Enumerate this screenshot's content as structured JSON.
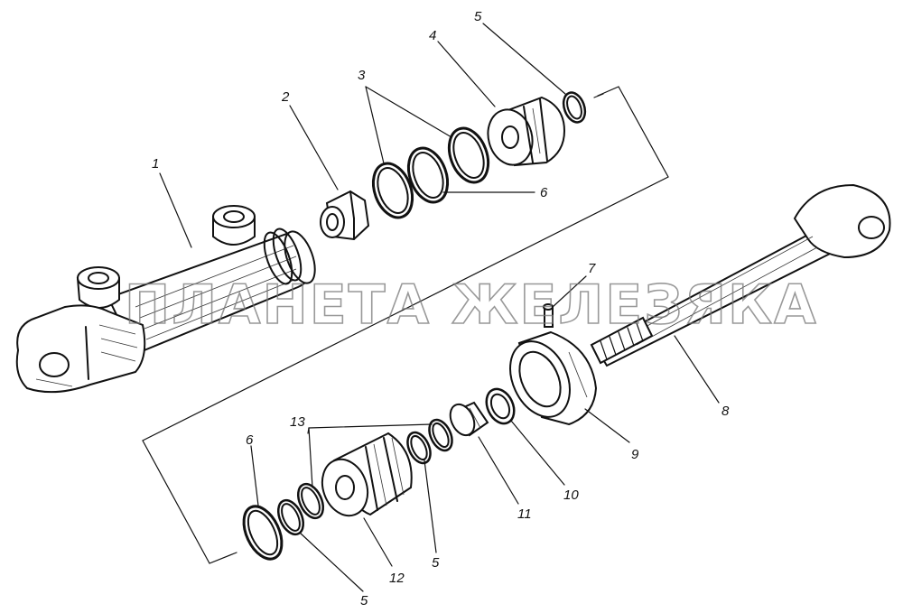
{
  "watermark": "ПЛАНЕТА ЖЕЛЕЗЯКА",
  "labels": {
    "l1": "1",
    "l2": "2",
    "l3": "3",
    "l4": "4",
    "l5a": "5",
    "l6a": "6",
    "l7": "7",
    "l8": "8",
    "l9": "9",
    "l10": "10",
    "l11": "11",
    "l12": "12",
    "l13": "13",
    "l5b": "5",
    "l6b": "6",
    "l5c": "5"
  }
}
